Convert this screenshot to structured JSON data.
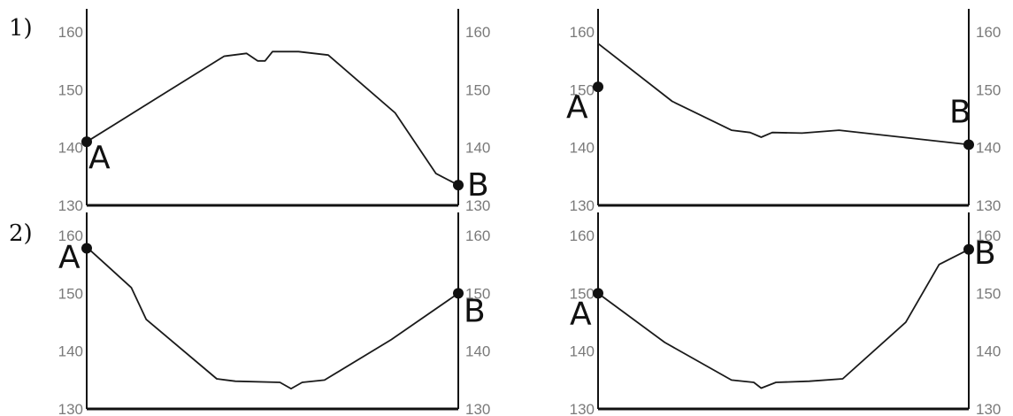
{
  "row_labels": [
    "1)",
    "2)"
  ],
  "y_ticks": [
    "160",
    "150",
    "140",
    "130"
  ],
  "point_labels": {
    "a": "A",
    "b": "B"
  },
  "chart_data": [
    {
      "type": "line",
      "panel": "row1-left",
      "y_range": [
        130,
        164
      ],
      "profile": [
        [
          0,
          141
        ],
        [
          0.2,
          149
        ],
        [
          0.37,
          155.8
        ],
        [
          0.43,
          156.3
        ],
        [
          0.46,
          155
        ],
        [
          0.48,
          155
        ],
        [
          0.5,
          156.6
        ],
        [
          0.57,
          156.6
        ],
        [
          0.65,
          156
        ],
        [
          0.83,
          146
        ],
        [
          0.94,
          135.5
        ],
        [
          1,
          133.5
        ]
      ],
      "point_a": 141,
      "point_b": 133.5
    },
    {
      "type": "line",
      "panel": "row1-right",
      "y_range": [
        130,
        164
      ],
      "profile": [
        [
          0,
          158
        ],
        [
          0.2,
          148
        ],
        [
          0.36,
          143
        ],
        [
          0.41,
          142.6
        ],
        [
          0.44,
          141.8
        ],
        [
          0.47,
          142.6
        ],
        [
          0.55,
          142.5
        ],
        [
          0.65,
          143
        ],
        [
          1,
          140.5
        ]
      ],
      "point_a": 150.5,
      "point_b": 140.5
    },
    {
      "type": "line",
      "panel": "row2-left",
      "y_range": [
        130,
        164
      ],
      "profile": [
        [
          0,
          158
        ],
        [
          0.12,
          151
        ],
        [
          0.16,
          145.5
        ],
        [
          0.35,
          135.2
        ],
        [
          0.4,
          134.8
        ],
        [
          0.52,
          134.6
        ],
        [
          0.55,
          133.5
        ],
        [
          0.58,
          134.6
        ],
        [
          0.64,
          135
        ],
        [
          0.82,
          142
        ],
        [
          1,
          150
        ]
      ],
      "point_a": 157.8,
      "point_b": 150
    },
    {
      "type": "line",
      "panel": "row2-right",
      "y_range": [
        130,
        164
      ],
      "profile": [
        [
          0,
          150
        ],
        [
          0.18,
          141.5
        ],
        [
          0.36,
          135
        ],
        [
          0.42,
          134.6
        ],
        [
          0.44,
          133.6
        ],
        [
          0.48,
          134.6
        ],
        [
          0.57,
          134.8
        ],
        [
          0.66,
          135.2
        ],
        [
          0.83,
          145
        ],
        [
          0.92,
          155
        ],
        [
          1,
          157.6
        ]
      ],
      "point_a": 150,
      "point_b": 157.6
    }
  ]
}
